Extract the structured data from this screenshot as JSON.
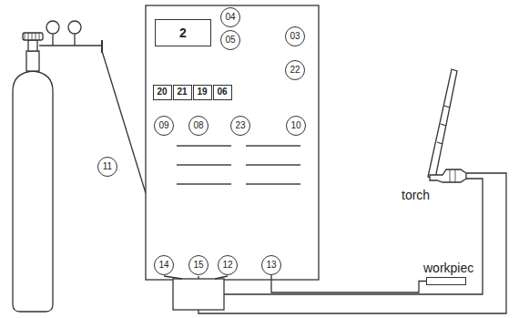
{
  "diagram": {
    "nodes": [
      {
        "text": [
          "2"
        ]
      },
      {
        "text": [
          "04"
        ]
      },
      {
        "text": [
          "03"
        ]
      },
      {
        "text": [
          "05"
        ]
      },
      {
        "text": [
          "22"
        ]
      },
      {
        "text": [
          "20"
        ]
      },
      {
        "text": [
          "21"
        ]
      },
      {
        "text": [
          "19"
        ]
      },
      {
        "text": [
          "06"
        ]
      },
      {
        "text": [
          "09"
        ]
      },
      {
        "text": [
          "08"
        ]
      },
      {
        "text": [
          "23"
        ]
      },
      {
        "text": [
          "10"
        ]
      },
      {
        "text": [
          "11"
        ]
      },
      {
        "text": [
          "14"
        ]
      },
      {
        "text": [
          "15"
        ]
      },
      {
        "text": [
          "12"
        ]
      },
      {
        "text": [
          "13"
        ]
      },
      {
        "text": [
          "workpiec"
        ]
      }
    ],
    "edges": [
      {
        "from": 17,
        "to": 18,
        "arrow": "none"
      }
    ],
    "labels": [
      "torch"
    ]
  }
}
